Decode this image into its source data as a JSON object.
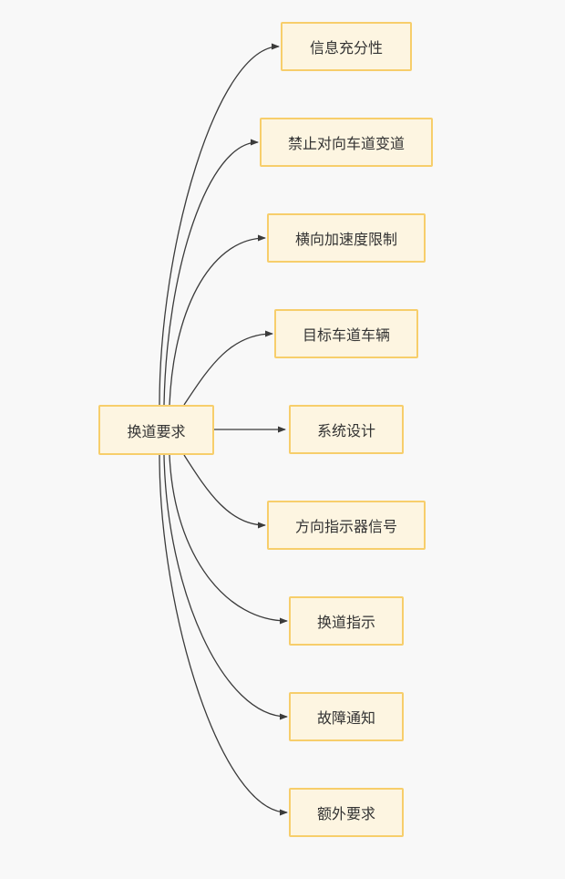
{
  "diagram": {
    "type": "mindmap",
    "root": {
      "label": "换道要求"
    },
    "nodes": [
      {
        "id": "information-sufficiency",
        "label": "信息充分性"
      },
      {
        "id": "no-opposite-lane-change",
        "label": "禁止对向车道变道"
      },
      {
        "id": "lateral-acceleration-limit",
        "label": "横向加速度限制"
      },
      {
        "id": "target-lane-vehicles",
        "label": "目标车道车辆"
      },
      {
        "id": "system-design",
        "label": "系统设计"
      },
      {
        "id": "direction-indicator-signal",
        "label": "方向指示器信号"
      },
      {
        "id": "lane-change-indication",
        "label": "换道指示"
      },
      {
        "id": "fault-notification",
        "label": "故障通知"
      },
      {
        "id": "additional-requirements",
        "label": "额外要求"
      }
    ],
    "edges": [
      {
        "from": "换道要求",
        "to": "信息充分性"
      },
      {
        "from": "换道要求",
        "to": "禁止对向车道变道"
      },
      {
        "from": "换道要求",
        "to": "横向加速度限制"
      },
      {
        "from": "换道要求",
        "to": "目标车道车辆"
      },
      {
        "from": "换道要求",
        "to": "系统设计"
      },
      {
        "from": "换道要求",
        "to": "方向指示器信号"
      },
      {
        "from": "换道要求",
        "to": "换道指示"
      },
      {
        "from": "换道要求",
        "to": "故障通知"
      },
      {
        "from": "换道要求",
        "to": "额外要求"
      }
    ],
    "colors": {
      "background": "#f8f8f8",
      "node_fill": "#fdf5e1",
      "node_border": "#f7ce6b",
      "edge_stroke": "#3b3b3b",
      "text": "#333333"
    }
  }
}
